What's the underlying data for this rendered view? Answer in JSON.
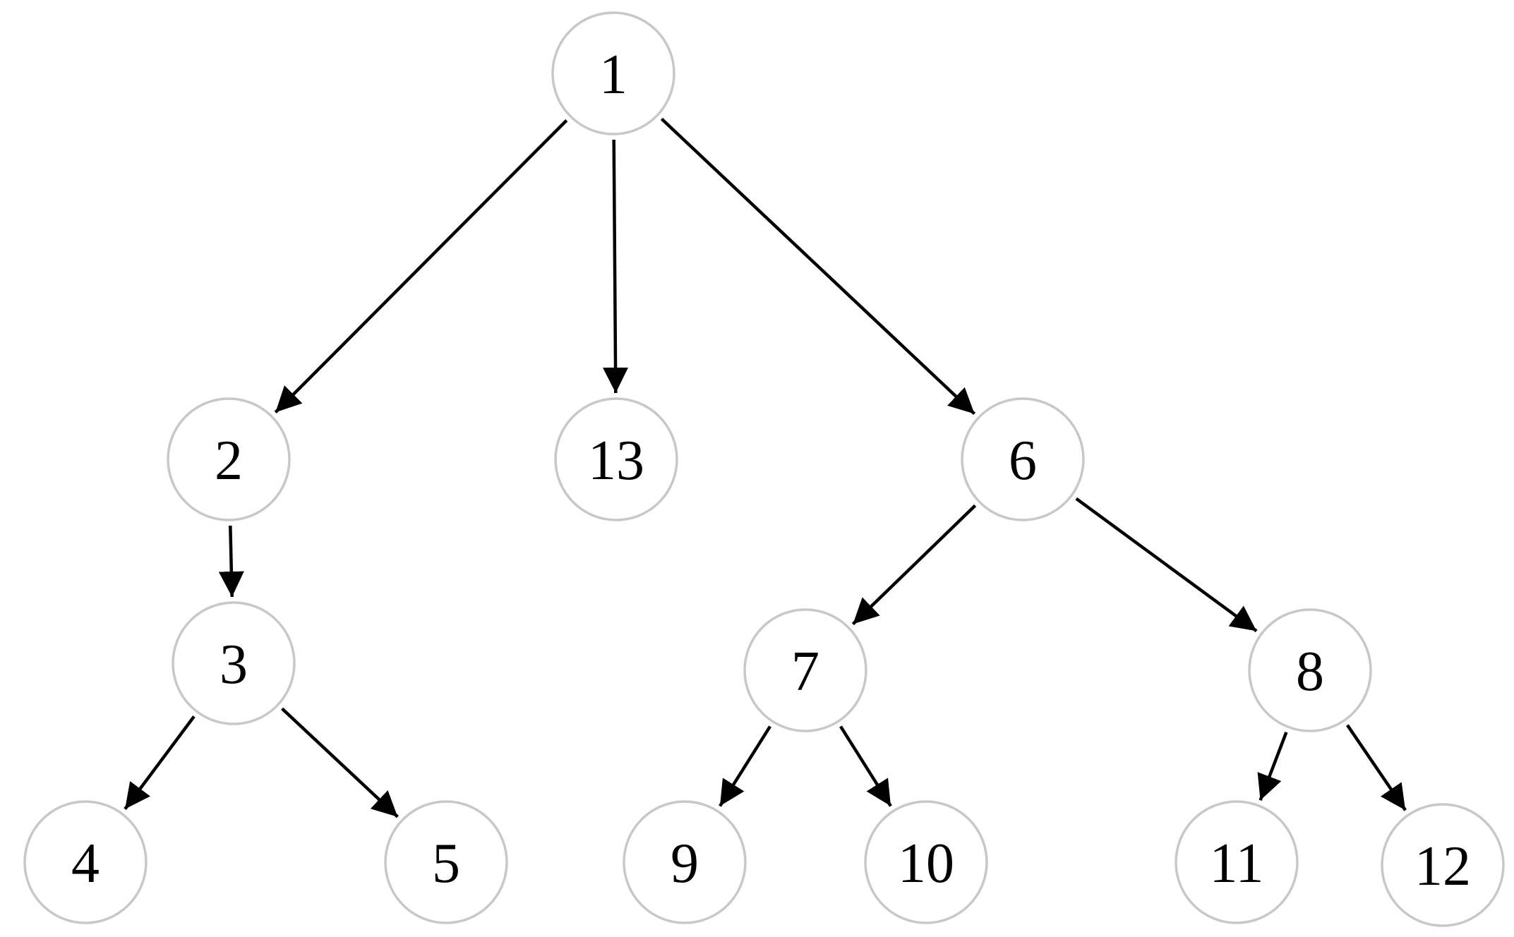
{
  "diagram": {
    "type": "tree",
    "colors": {
      "edge": "#000000",
      "node_border": "#c8c8c8",
      "node_fill": "#ffffff",
      "label": "#000000"
    },
    "nodes": [
      {
        "id": "n1",
        "label": "1"
      },
      {
        "id": "n2",
        "label": "2"
      },
      {
        "id": "n13",
        "label": "13"
      },
      {
        "id": "n6",
        "label": "6"
      },
      {
        "id": "n3",
        "label": "3"
      },
      {
        "id": "n7",
        "label": "7"
      },
      {
        "id": "n8",
        "label": "8"
      },
      {
        "id": "n4",
        "label": "4"
      },
      {
        "id": "n5",
        "label": "5"
      },
      {
        "id": "n9",
        "label": "9"
      },
      {
        "id": "n10",
        "label": "10"
      },
      {
        "id": "n11",
        "label": "11"
      },
      {
        "id": "n12",
        "label": "12"
      }
    ],
    "edges": [
      {
        "from": "n1",
        "to": "n2"
      },
      {
        "from": "n1",
        "to": "n13"
      },
      {
        "from": "n1",
        "to": "n6"
      },
      {
        "from": "n2",
        "to": "n3"
      },
      {
        "from": "n3",
        "to": "n4"
      },
      {
        "from": "n3",
        "to": "n5"
      },
      {
        "from": "n6",
        "to": "n7"
      },
      {
        "from": "n6",
        "to": "n8"
      },
      {
        "from": "n7",
        "to": "n9"
      },
      {
        "from": "n7",
        "to": "n10"
      },
      {
        "from": "n8",
        "to": "n11"
      },
      {
        "from": "n8",
        "to": "n12"
      }
    ]
  }
}
